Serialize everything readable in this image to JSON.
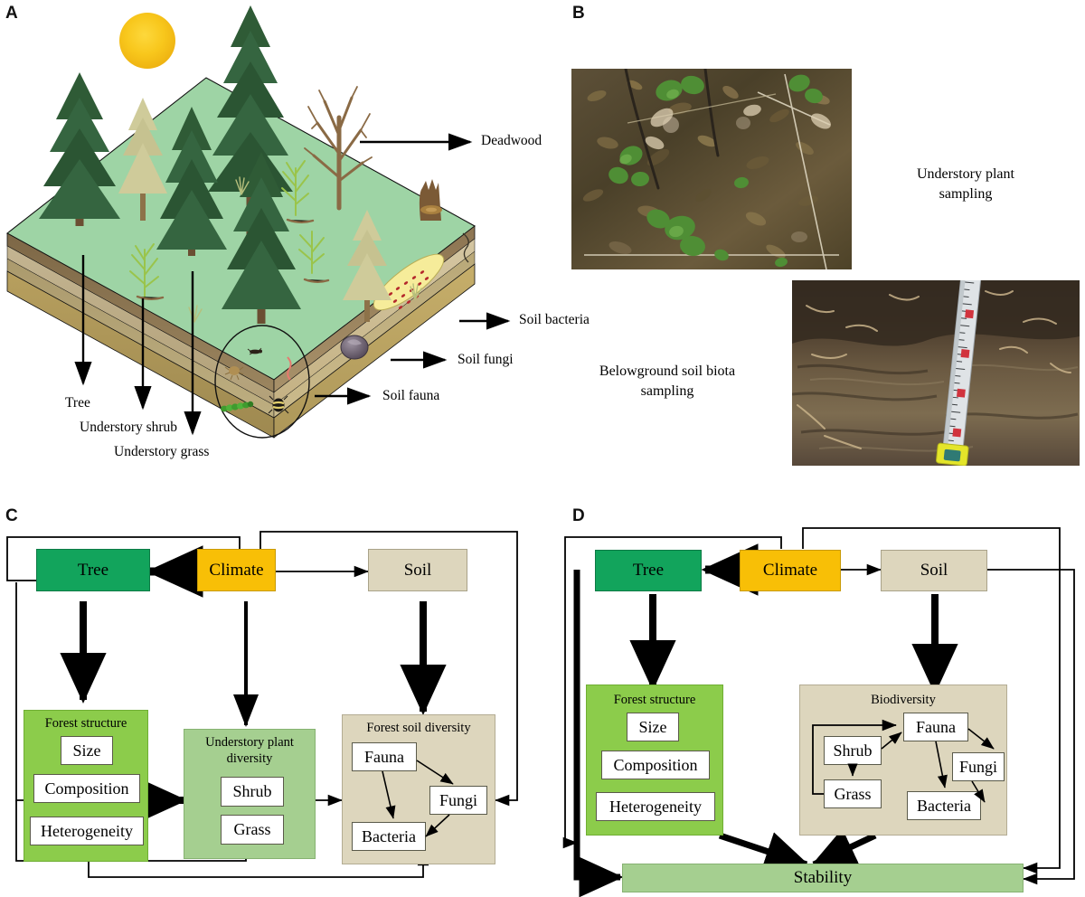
{
  "figure": {
    "panels": [
      {
        "id": "A",
        "label": "A"
      },
      {
        "id": "B",
        "label": "B"
      },
      {
        "id": "C",
        "label": "C"
      },
      {
        "id": "D",
        "label": "D"
      }
    ]
  },
  "panel_a": {
    "label": "A",
    "callouts": [
      {
        "name": "deadwood",
        "text": "Deadwood"
      },
      {
        "name": "soil-bacteria",
        "text": "Soil bacteria"
      },
      {
        "name": "soil-fungi",
        "text": "Soil fungi"
      },
      {
        "name": "soil-fauna",
        "text": "Soil fauna"
      },
      {
        "name": "tree",
        "text": "Tree"
      },
      {
        "name": "understory-shrub",
        "text": "Understory shrub"
      },
      {
        "name": "understory-grass",
        "text": "Understory grass"
      }
    ],
    "colors": {
      "sun": "#f5c21b",
      "ground_top": "#9ed4a5",
      "soil_layer_1": "#a08a63",
      "soil_layer_2": "#c9b88e",
      "soil_layer_3": "#bfa87a",
      "soil_layer_4": "#c2a96f",
      "conifer_dark": "#2f5b36",
      "conifer_light": "#cfcb9a",
      "shrub": "#9ac44b",
      "deadwood": "#8a6a45"
    }
  },
  "panel_b": {
    "label": "B",
    "captions": [
      {
        "name": "understory-plant-sampling",
        "line1": "Understory plant",
        "line2": "sampling"
      },
      {
        "name": "belowground-soil-biota-sampling",
        "line1": "Belowground soil biota",
        "line2": "sampling"
      }
    ]
  },
  "panel_c": {
    "label": "C",
    "nodes": {
      "tree": "Tree",
      "climate": "Climate",
      "soil": "Soil"
    },
    "groups": [
      {
        "name": "forest-structure",
        "title": "Forest structure",
        "items": [
          "Size",
          "Composition",
          "Heterogeneity"
        ]
      },
      {
        "name": "understory-plant-diversity",
        "title_line1": "Understory plant",
        "title_line2": "diversity",
        "items": [
          "Shrub",
          "Grass"
        ]
      },
      {
        "name": "forest-soil-diversity",
        "title": "Forest soil diversity",
        "items": [
          "Fauna",
          "Fungi",
          "Bacteria"
        ]
      }
    ]
  },
  "panel_d": {
    "label": "D",
    "nodes": {
      "tree": "Tree",
      "climate": "Climate",
      "soil": "Soil",
      "stability": "Stability"
    },
    "groups": [
      {
        "name": "forest-structure",
        "title": "Forest structure",
        "items": [
          "Size",
          "Composition",
          "Heterogeneity"
        ]
      },
      {
        "name": "biodiversity",
        "title": "Biodiversity",
        "items": [
          "Fauna",
          "Shrub",
          "Grass",
          "Fungi",
          "Bacteria"
        ]
      }
    ]
  },
  "colors": {
    "tree_green": "#12a45c",
    "climate_yellow": "#f8bf06",
    "soil_tan": "#ddd6bd",
    "forest_structure_green": "#8ccc4b",
    "understory_green": "#a5cf90",
    "stability_green": "#a5cf90",
    "arrow_black": "#000000"
  }
}
